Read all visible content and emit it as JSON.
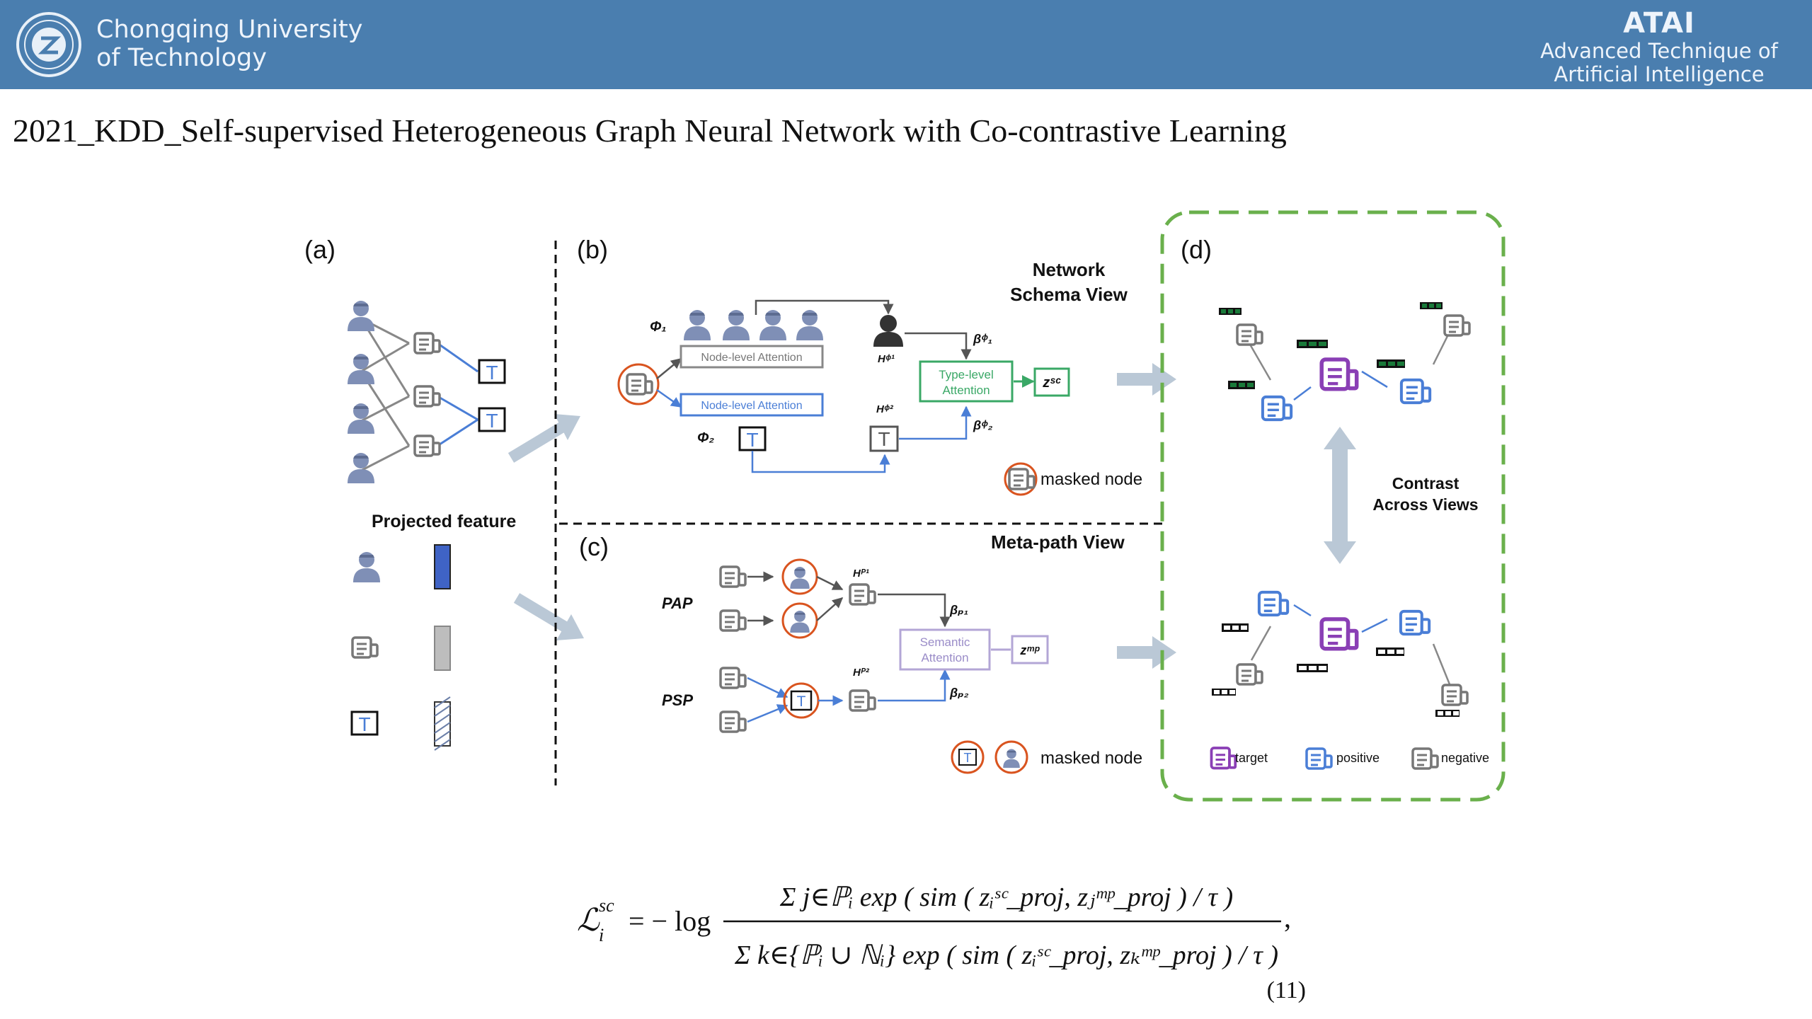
{
  "header": {
    "university_line1": "Chongqing University",
    "university_line2": "of Technology",
    "lab_title": "ATAI",
    "lab_line1": "Advanced Technique of",
    "lab_line2": "Artificial  Intelligence"
  },
  "slide": {
    "title": "2021_KDD_Self-supervised Heterogeneous Graph Neural Network with Co-contrastive Learning"
  },
  "figure": {
    "label_a": "(a)",
    "label_b": "(b)",
    "label_c": "(c)",
    "label_d": "(d)",
    "projected_feature": "Projected feature",
    "network_schema_line1": "Network",
    "network_schema_line2": "Schema View",
    "meta_path_view": "Meta-path View",
    "phi1": "Φ₁",
    "phi2": "Φ₂",
    "node_level_attention": "Node-level Attention",
    "type_level_line1": "Type-level",
    "type_level_line2": "Attention",
    "semantic_line1": "Semantic",
    "semantic_line2": "Attention",
    "h_phi1": "Hᶲ¹",
    "h_phi2": "Hᶲ²",
    "beta_phi1": "βᶲ₁",
    "beta_phi2": "βᶲ₂",
    "z_sc": "zˢᶜ",
    "z_mp": "zᵐᵖ",
    "h_p1": "Hᴾ¹",
    "h_p2": "Hᴾ²",
    "beta_p1": "βₚ₁",
    "beta_p2": "βₚ₂",
    "pap": "PAP",
    "psp": "PSP",
    "masked_node": "masked node",
    "contrast_line1": "Contrast",
    "contrast_line2": "Across Views",
    "legend_target": "target",
    "legend_positive": "positive",
    "legend_negative": "negative",
    "t_glyph": "T"
  },
  "formula": {
    "lhs": "ℒ",
    "lhs_sup": "sc",
    "lhs_sub": "i",
    "minus_log": "= − log",
    "numerator": "Σ j∈ℙᵢ exp ( sim ( zᵢˢᶜ_proj, zⱼᵐᵖ_proj ) / τ )",
    "denominator": "Σ k∈{ℙᵢ ∪ ℕᵢ} exp ( sim ( zᵢˢᶜ_proj, zₖᵐᵖ_proj ) / τ )",
    "comma": ",",
    "eq_number": "(11)"
  },
  "colors": {
    "header_bg": "#4a7eaf",
    "person": "#7f8fb6",
    "paper_blue": "#4a7ed6",
    "target_purple": "#8a3fb5",
    "green": "#3aa866",
    "dash_green": "#6ab04c",
    "orange": "#d9541f",
    "arrow_gray": "#bac8d6",
    "negative_gray": "#888888"
  }
}
